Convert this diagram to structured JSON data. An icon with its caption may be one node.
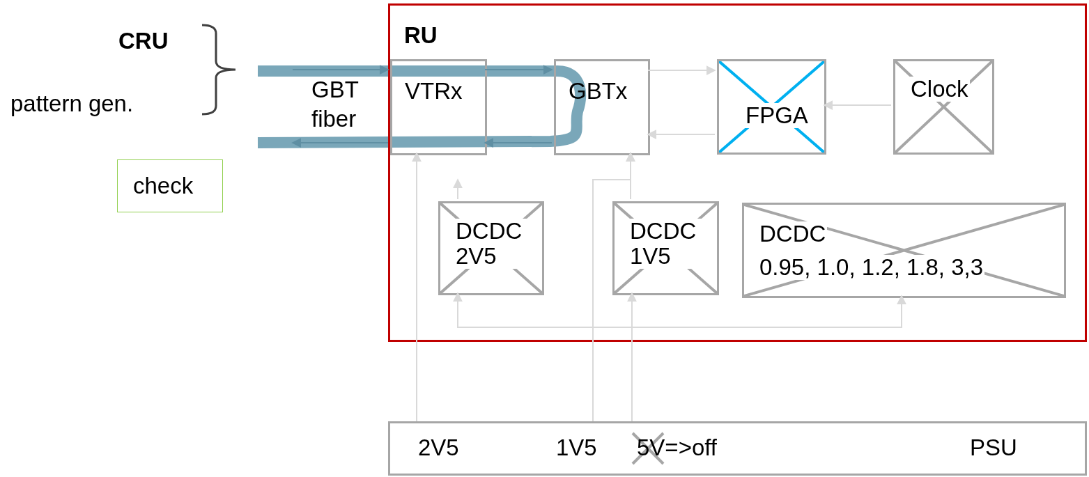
{
  "diagram": {
    "nodes": [
      {
        "text": [
          "RU"
        ]
      },
      {
        "text": [
          "VTRx"
        ],
        "in": 0
      },
      {
        "text": [
          "GBTx"
        ],
        "in": 0
      },
      {
        "text": [
          "FPGA"
        ],
        "in": 0
      },
      {
        "text": [
          "Clock"
        ],
        "in": 0
      },
      {
        "text": [
          "DCDC 2V5"
        ],
        "in": 0
      },
      {
        "text": [
          "DCDC 1V5"
        ],
        "in": 0
      },
      {
        "text": [
          "DCDC",
          "0.95, 1.0, 1.2, 1.8, 3,3"
        ],
        "in": 0
      },
      {
        "text": [
          "2V5",
          "1V5",
          "5V=>off",
          "PSU"
        ]
      },
      {
        "text": [
          "check"
        ]
      }
    ],
    "edges": [
      {
        "from": null,
        "to": 1,
        "arrow": "to",
        "color": "#5f8fa3"
      },
      {
        "from": 1,
        "to": 2,
        "arrow": "to",
        "color": "#5f8fa3"
      },
      {
        "from": 2,
        "to": 1,
        "arrow": "to",
        "color": "#5f8fa3"
      },
      {
        "from": 1,
        "to": null,
        "arrow": "to",
        "color": "#5f8fa3"
      },
      {
        "from": 2,
        "to": 3,
        "arrow": "to"
      },
      {
        "from": 3,
        "to": 2,
        "arrow": "to"
      },
      {
        "from": 4,
        "to": 3,
        "arrow": "to"
      },
      {
        "from": 8,
        "to": 1,
        "arrow": "to"
      },
      {
        "from": 8,
        "to": 2,
        "arrow": "to"
      },
      {
        "from": 5,
        "to": null,
        "arrow": "to"
      },
      {
        "from": 6,
        "to": 2,
        "arrow": "to"
      },
      {
        "from": 8,
        "to": 6,
        "arrow": "to"
      },
      {
        "from": 8,
        "to": 5,
        "arrow": "to"
      },
      {
        "from": 8,
        "to": 7,
        "arrow": "to"
      }
    ],
    "labels": [
      "CRU",
      "pattern gen.",
      "GBT fiber"
    ]
  }
}
